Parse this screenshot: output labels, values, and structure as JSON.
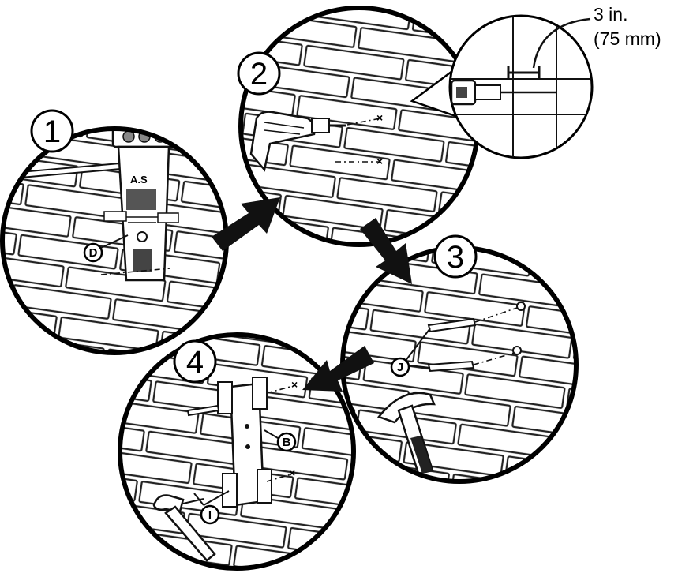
{
  "steps": [
    {
      "number": "1",
      "parts": [
        "D"
      ]
    },
    {
      "number": "2",
      "parts": []
    },
    {
      "number": "3",
      "parts": [
        "J"
      ]
    },
    {
      "number": "4",
      "parts": [
        "B",
        "I"
      ]
    }
  ],
  "detail_callout": {
    "line1": "3 in.",
    "line2": "(75 mm)"
  },
  "level_text": "A.S",
  "colors": {
    "ink": "#111111",
    "background": "#ffffff"
  }
}
